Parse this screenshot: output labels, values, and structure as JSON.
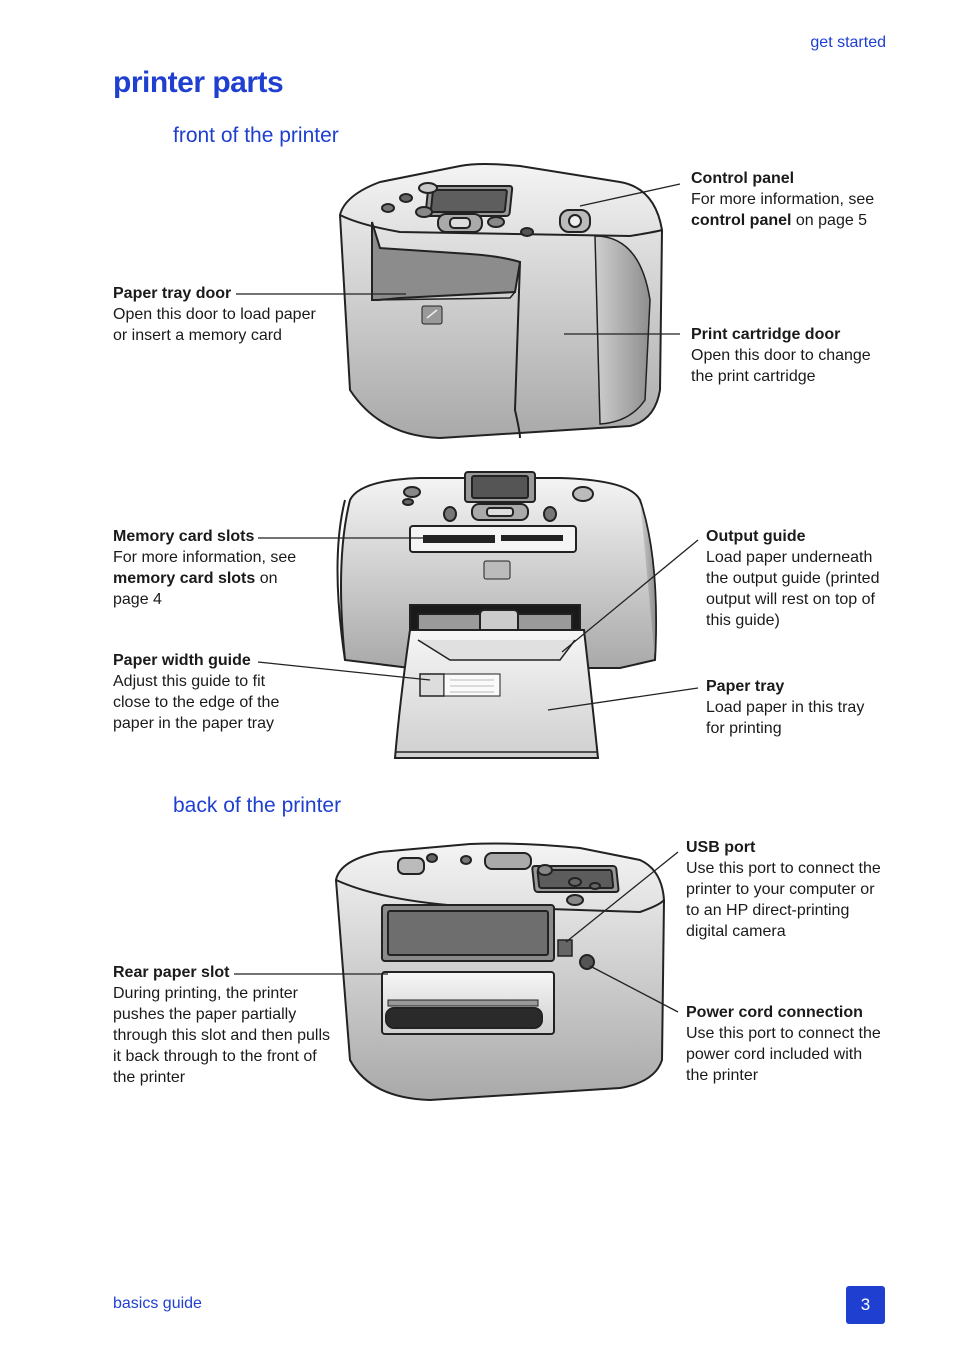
{
  "header": {
    "section": "get started",
    "title": "printer parts"
  },
  "front": {
    "heading": "front of the printer",
    "control_panel": {
      "title": "Control panel",
      "line1": "For more information, see",
      "bold": "control panel",
      "rest": " on page 5"
    },
    "paper_tray_door": {
      "title": "Paper tray door",
      "line1": "Open this door to load paper",
      "line2": "or insert a memory card"
    },
    "print_cartridge_door": {
      "title": "Print cartridge door",
      "line1": "Open this door to change",
      "line2": "the print cartridge"
    },
    "memory_card_slots": {
      "title": "Memory card slots",
      "line1": "For more information, see",
      "bold": "memory card slots",
      "rest": " on",
      "line3": "page 4"
    },
    "output_guide": {
      "title": "Output guide",
      "line1": "Load paper underneath",
      "line2": "the output guide (printed",
      "line3": "output will rest on top of",
      "line4": "this guide)"
    },
    "paper_width_guide": {
      "title": "Paper width guide",
      "line1": "Adjust this guide to fit",
      "line2": "close to the edge of the",
      "line3": "paper in the paper tray"
    },
    "paper_tray": {
      "title": "Paper tray",
      "line1": "Load paper in this tray",
      "line2": "for printing"
    }
  },
  "back": {
    "heading": "back of the printer",
    "usb_port": {
      "title": "USB port",
      "line1": "Use this port to connect the",
      "line2": "printer to your computer or",
      "line3": "to an HP direct-printing",
      "line4": "digital camera"
    },
    "rear_paper_slot": {
      "title": "Rear paper slot",
      "line1": "During printing, the printer",
      "line2": "pushes the paper partially",
      "line3": "through this slot and then pulls",
      "line4": "it back through to the front of",
      "line5": "the printer"
    },
    "power_cord": {
      "title": "Power cord connection",
      "line1": "Use this port to connect the",
      "line2": "power cord included with",
      "line3": "the printer"
    }
  },
  "footer": {
    "guide": "basics guide",
    "page": "3"
  },
  "colors": {
    "accent": "#1f3fd0",
    "text": "#1a1a1a",
    "device_gray": "#d9d9d9"
  }
}
